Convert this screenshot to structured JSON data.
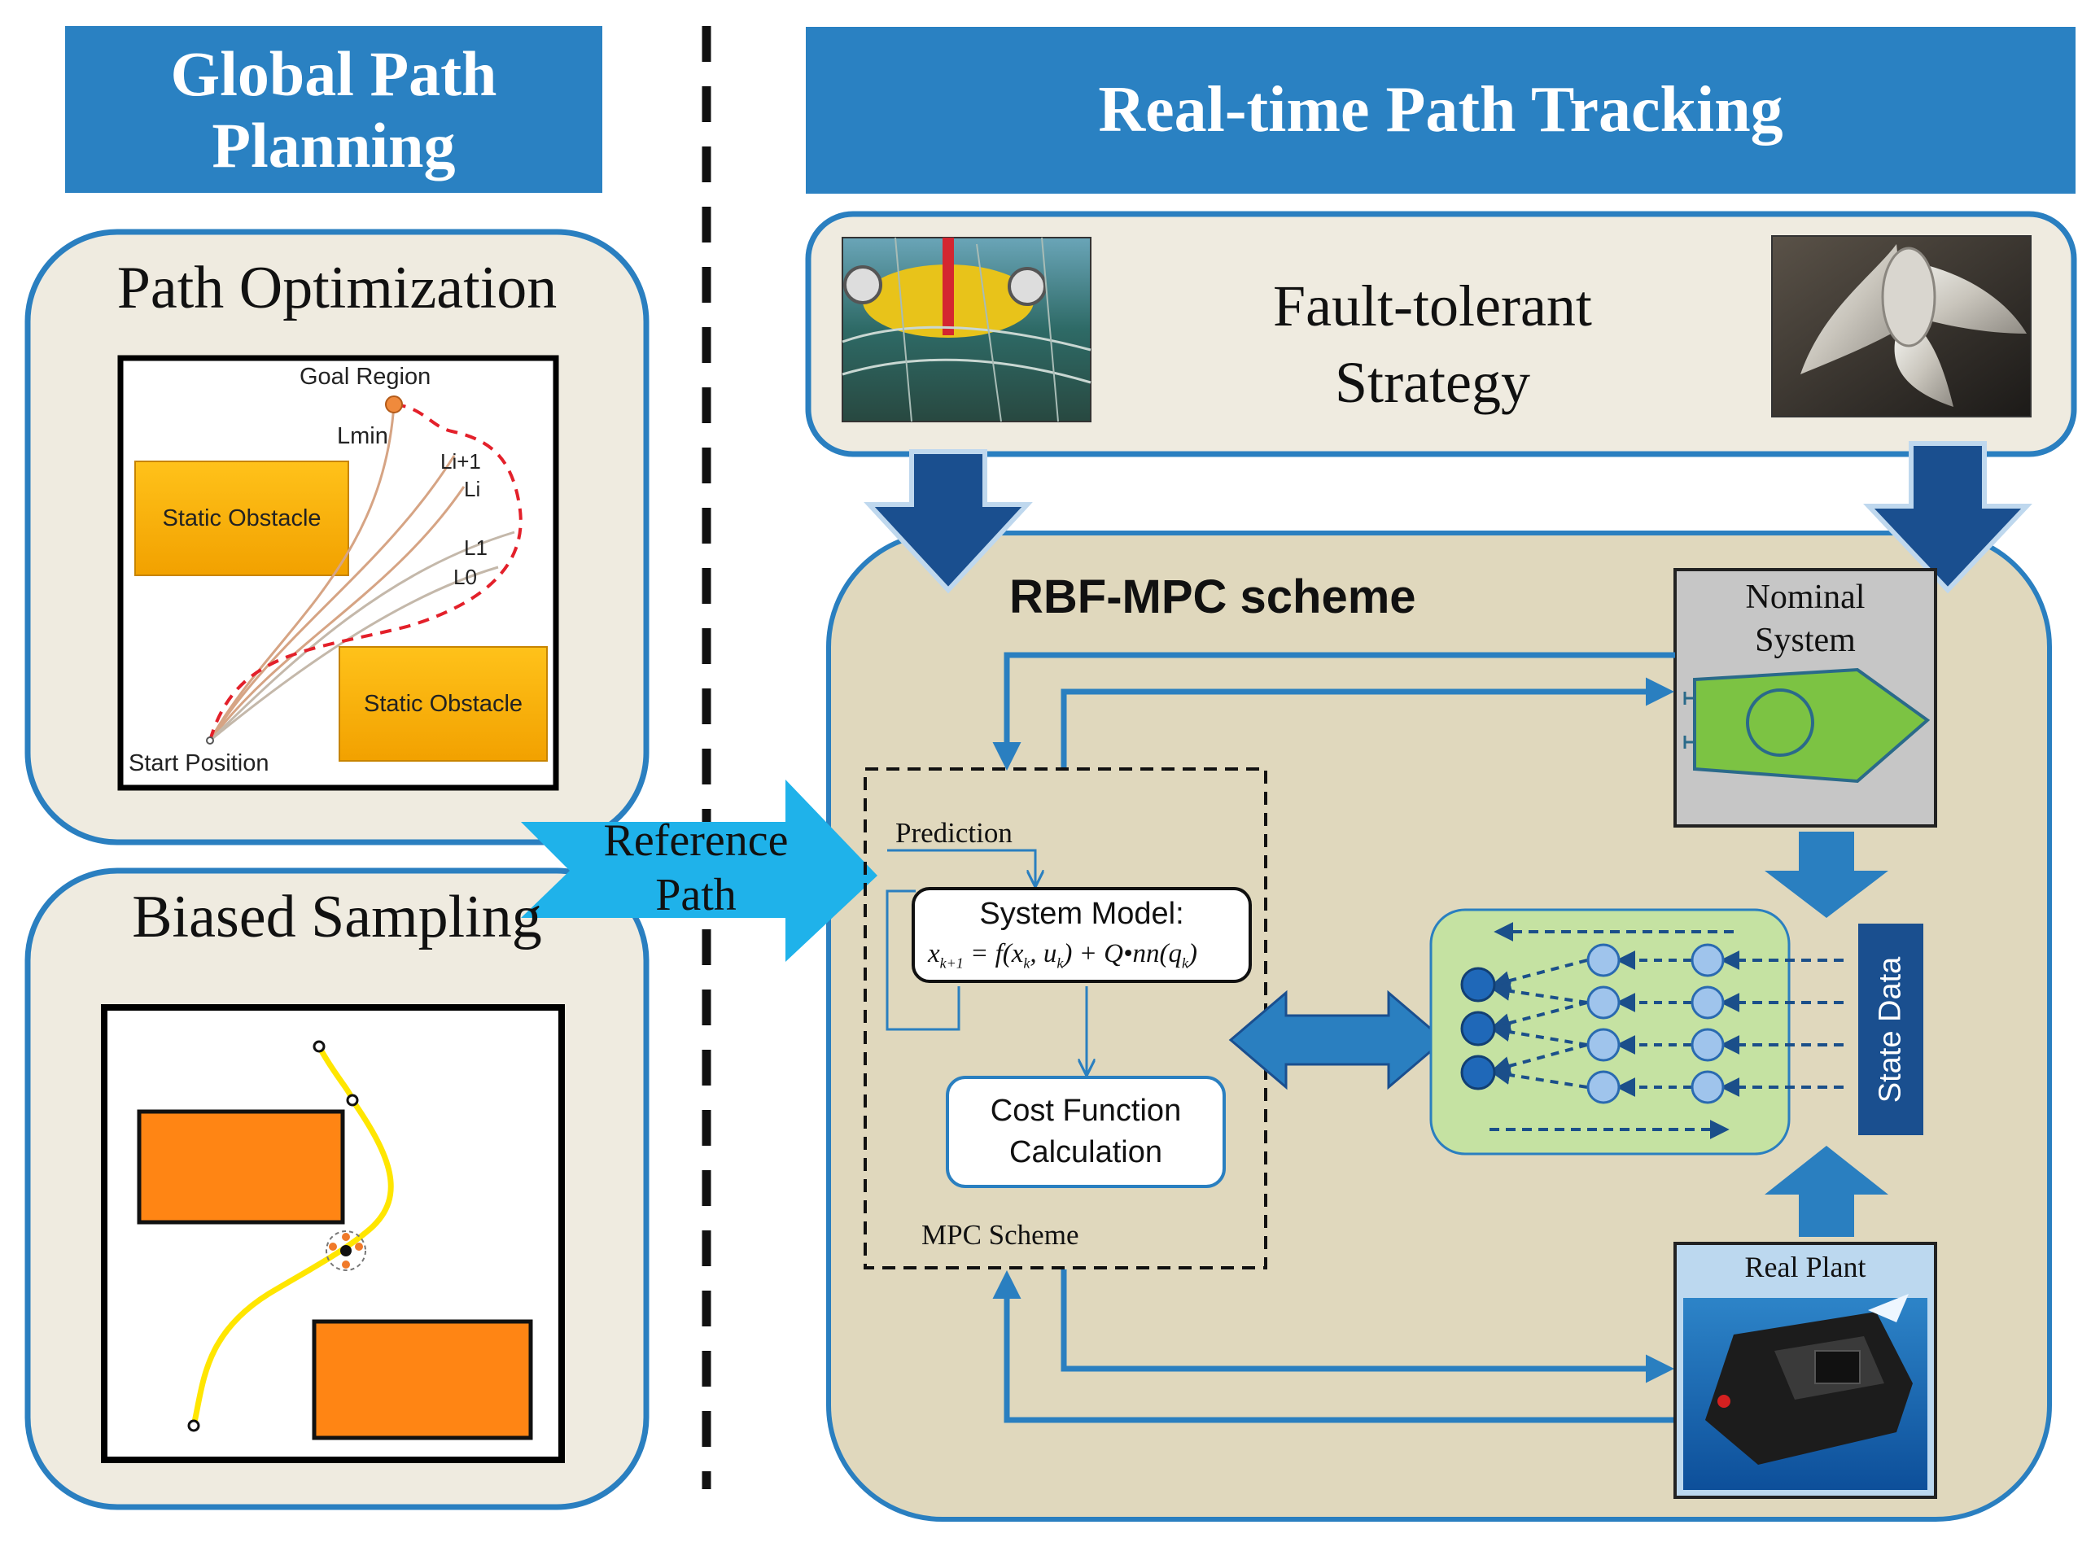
{
  "colors": {
    "header_blue": "#2a81c2",
    "panel_beige": "#efebe0",
    "scheme_beige": "#e0d8bd",
    "arrow_dark_blue": "#1a4f8f",
    "arrow_blue": "#2a7fc0",
    "reference_arrow": "#1fb2ea",
    "obstacle_orange_gradient": "#ffb300",
    "obstacle_orange": "#ff8514",
    "path_yellow": "#ffe600",
    "nn_green": "#c5e2a2",
    "nominal_gray": "#c6c6c6",
    "ship_green": "#7cc343"
  },
  "left": {
    "header": {
      "line1": "Global Path",
      "line2": "Planning"
    },
    "path_optimization": {
      "title": "Path Optimization",
      "goal_label": "Goal Region",
      "start_label": "Start Position",
      "obstacle_top": "Static Obstacle",
      "obstacle_bottom": "Static Obstacle",
      "curve_labels": {
        "lmin": "Lmin",
        "li1": "Li+1",
        "li": "Li",
        "l1": "L1",
        "l0": "L0"
      }
    },
    "biased_sampling": {
      "title": "Biased Sampling"
    }
  },
  "reference": {
    "line1": "Reference",
    "line2": "Path"
  },
  "right": {
    "header": "Real-time Path Tracking",
    "fault": {
      "line1": "Fault-tolerant",
      "line2": "Strategy",
      "photo_left_icon": "underwater-vehicle-net-photo-icon",
      "photo_right_icon": "propeller-photo-icon"
    },
    "rbf_title": "RBF-MPC scheme",
    "nominal": {
      "line1": "Nominal",
      "line2": "System"
    },
    "mpc": {
      "prediction": "Prediction",
      "system_model": "System Model:",
      "cost_line1": "Cost Function",
      "cost_line2": "Calculation",
      "scheme_label": "MPC Scheme"
    },
    "state_data": "State Data",
    "real_plant": {
      "label": "Real Plant",
      "photo_icon": "boat-photo-icon"
    }
  }
}
